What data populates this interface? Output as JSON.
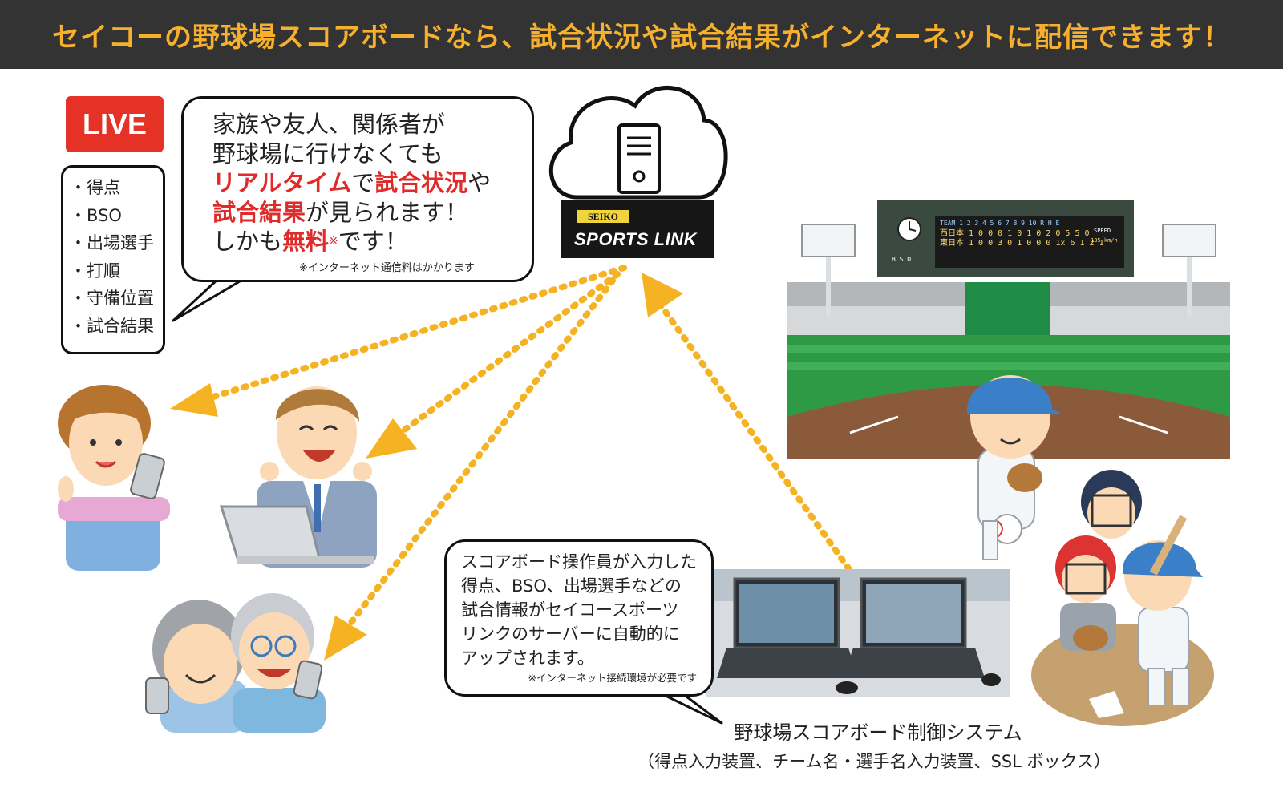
{
  "header": {
    "title": "セイコーの野球場スコアボードなら、試合状況や試合結果がインターネットに配信できます！"
  },
  "live_badge": {
    "label": "LIVE"
  },
  "features": {
    "items": [
      "・得点",
      "・BSO",
      "・出場選手",
      "・打順",
      "・守備位置",
      "・試合結果"
    ]
  },
  "main_bubble": {
    "line1": "家族や友人、関係者が",
    "line2": "野球場に行けなくても",
    "line3_red1": "リアルタイム",
    "line3_mid": "で",
    "line3_red2": "試合状況",
    "line3_end": "や",
    "line4_red": "試合結果",
    "line4_end": "が見られます！",
    "line5_start": "しかも",
    "line5_red": "無料",
    "line5_mark": "※",
    "line5_end": "です！",
    "note": "※インターネット通信料はかかります"
  },
  "server": {
    "brand": "SEIKO",
    "product": "SPORTS LINK"
  },
  "operator_bubble": {
    "line1": "スコアボード操作員が入力した",
    "line2": "得点、BSO、出場選手などの",
    "line3": "試合情報がセイコースポーツ",
    "line4": "リンクのサーバーに自動的に",
    "line5": "アップされます。",
    "note": "※インターネット接続環境が必要です"
  },
  "system": {
    "title": "野球場スコアボード制御システム",
    "subtitle": "（得点入力装置、チーム名・選手名入力装置、SSL ボックス）"
  },
  "scoreboard": {
    "header": "TEAM  1 2 3 4 5 6 7 8 9 10  R  H  E",
    "row1": "西日本 1 0 0 0 1 0 1 0 2 0  5 5 0",
    "row2": "東日本 1 0 0 3 0 1 0 0 0 1x 6 1 2 1",
    "speed_label": "SPEED",
    "speed_value": "135 km/h",
    "bso": "B S O"
  },
  "colors": {
    "header_bg": "#333333",
    "header_text": "#f6b02e",
    "accent_red": "#e02b2b",
    "live_red": "#e63127",
    "arrow_orange": "#f5b323",
    "field_green": "#2f9a45",
    "dirt_brown": "#8a5a3a"
  },
  "icons": [
    "cloud-icon",
    "server-icon",
    "smartphone-icon",
    "laptop-icon",
    "scoreboard-icon",
    "floodlight-icon",
    "baseball-icon"
  ]
}
